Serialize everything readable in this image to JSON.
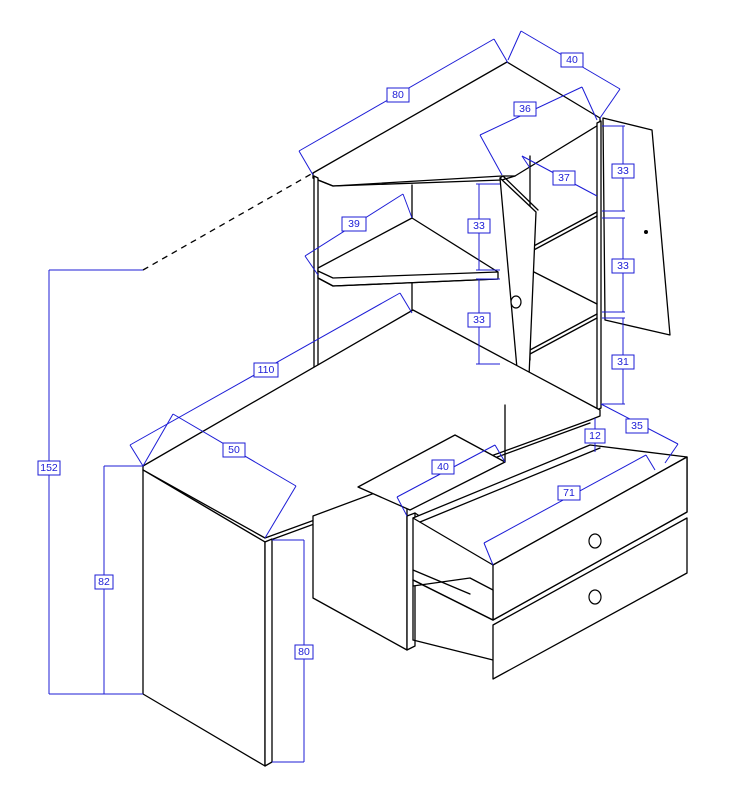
{
  "dimensions": {
    "top_width": "80",
    "top_depth": "40",
    "upper_shelf_depth": "36",
    "left_shelf_depth": "39",
    "right_shelf_depth": "37",
    "left_upper_height": "33",
    "left_lower_height": "33",
    "right_top_height": "33",
    "right_middle_height": "33",
    "right_bottom_height": "31",
    "desk_length": "110",
    "desk_depth": "50",
    "overall_height": "152",
    "desk_height": "82",
    "leg_height": "80",
    "knee_space": "40",
    "drawer_width": "71",
    "drawer_gap": "12",
    "drawer_depth": "35"
  },
  "colors": {
    "lines": "#000000",
    "dimensions": "#1c1cd6",
    "background": "#ffffff"
  }
}
